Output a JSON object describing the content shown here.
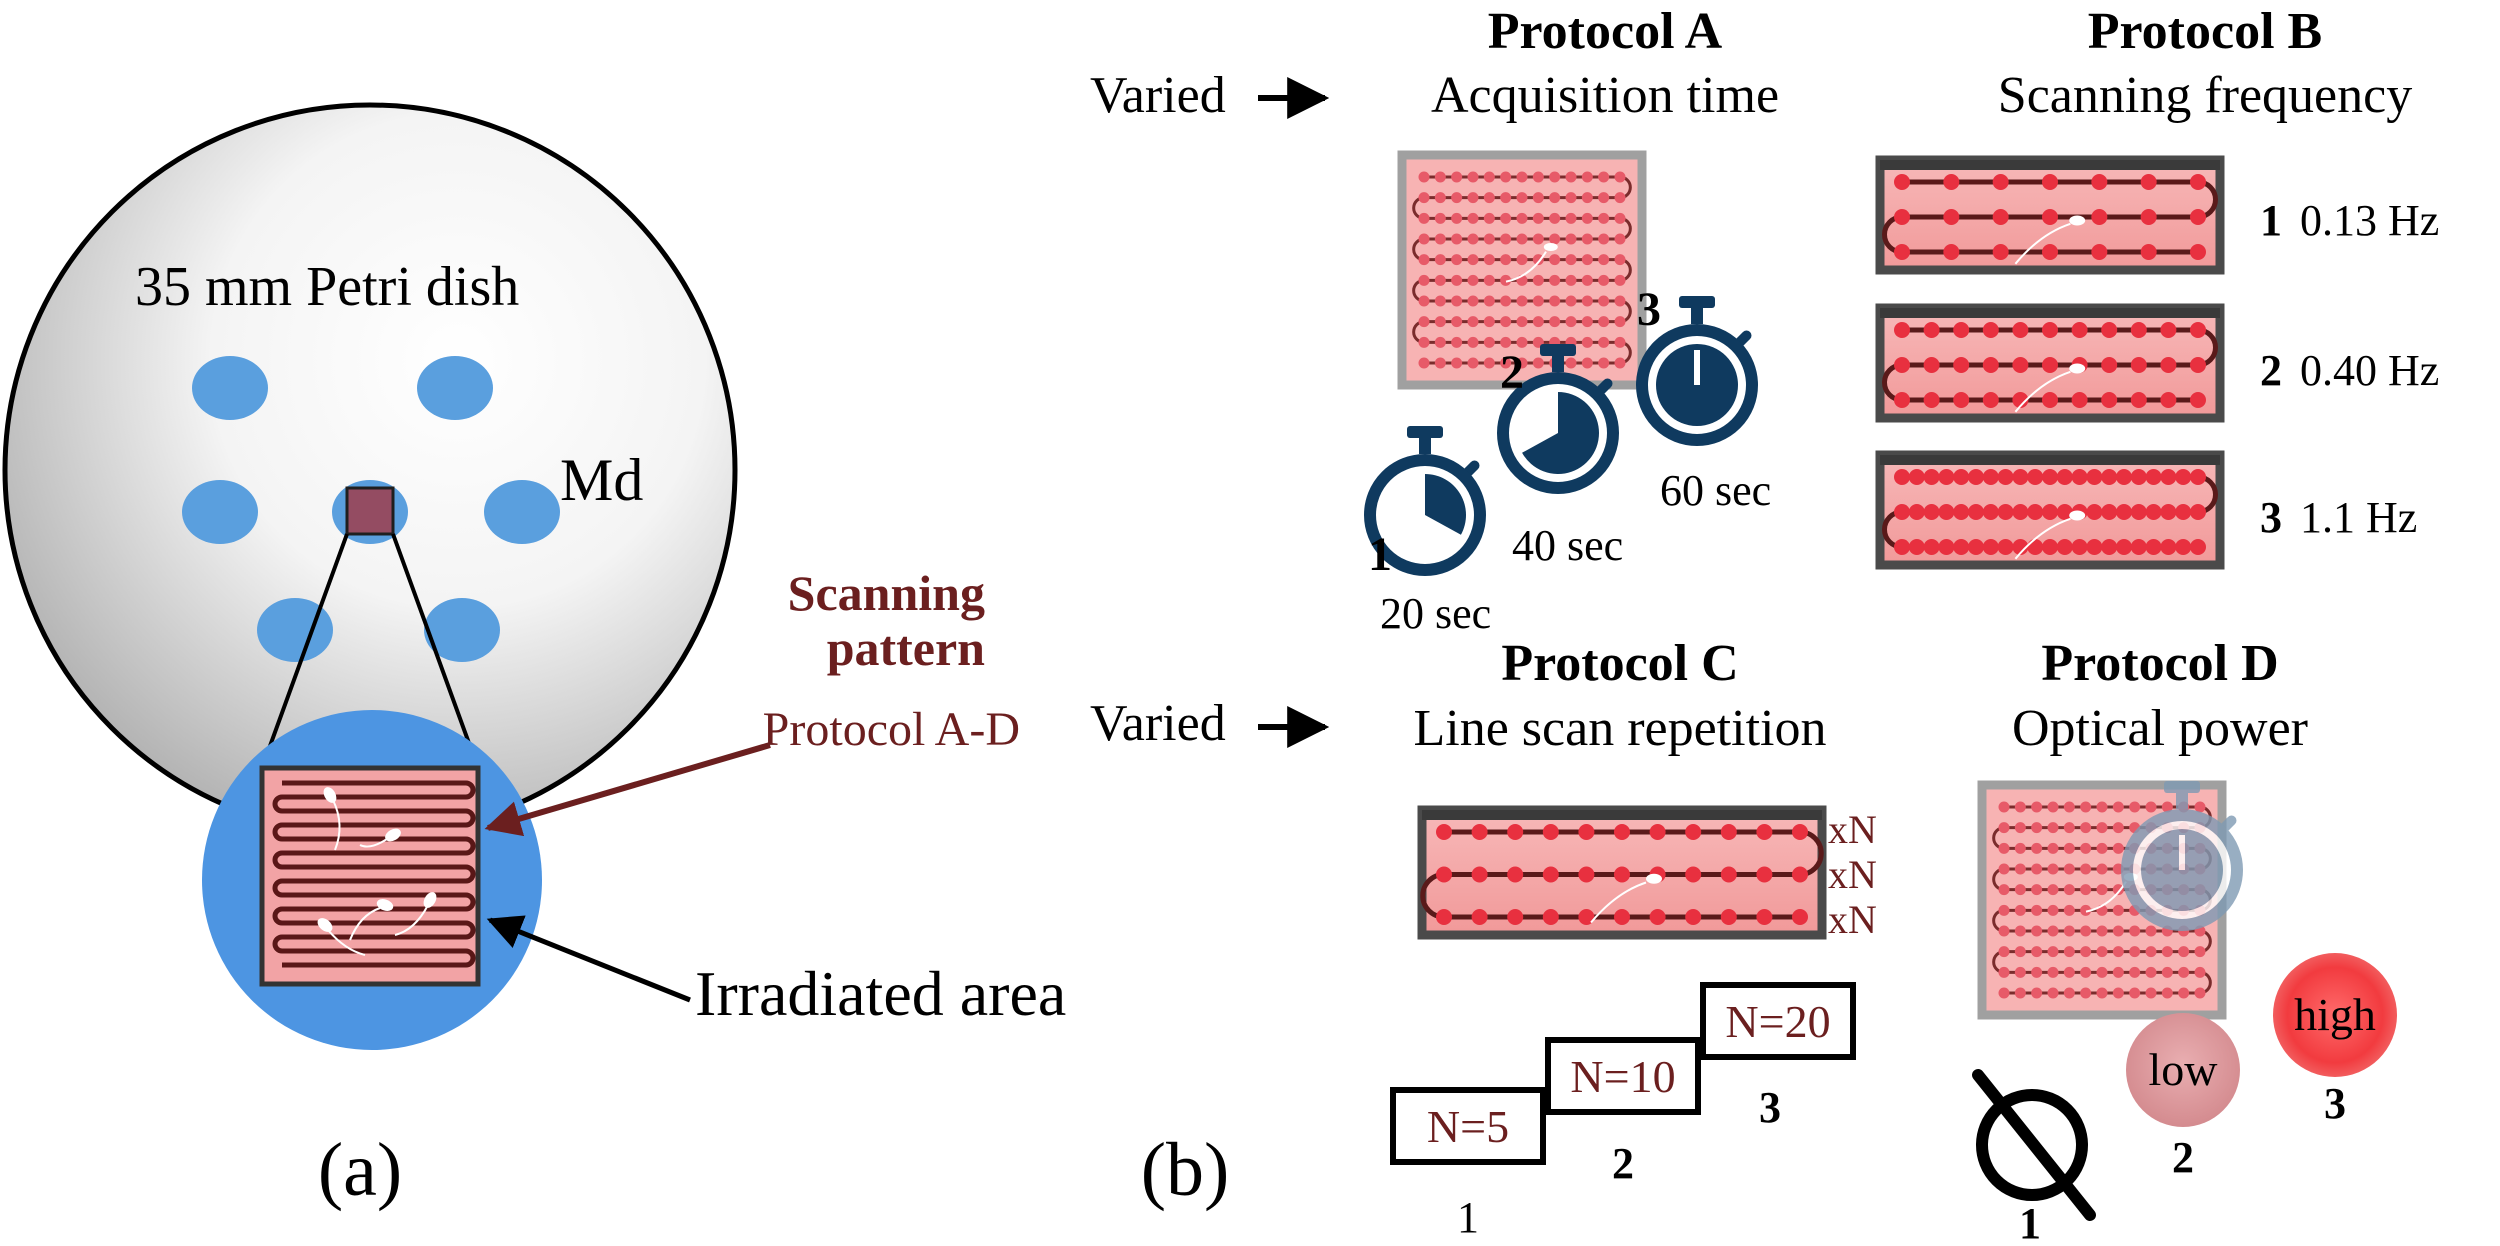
{
  "panel_a": {
    "label": "(a)",
    "dish_label": "35 mm Petri dish",
    "medium_label": "Md",
    "scanning_pattern_line1": "Scanning",
    "scanning_pattern_line2": "pattern",
    "protocol_range": "Protocol A-D",
    "irradiated_area": "Irradiated area"
  },
  "panel_b": {
    "label": "(b)",
    "varied_label": "Varied",
    "protocol_a": {
      "title": "Protocol A",
      "subtitle": "Acquisition time",
      "levels": [
        {
          "index": "1",
          "time": "20 sec",
          "fraction": 0.33
        },
        {
          "index": "2",
          "time": "40 sec",
          "fraction": 0.67
        },
        {
          "index": "3",
          "time": "60 sec",
          "fraction": 1.0
        }
      ]
    },
    "protocol_b": {
      "title": "Protocol B",
      "subtitle": "Scanning frequency",
      "levels": [
        {
          "index": "1",
          "frequency": "0.13 Hz"
        },
        {
          "index": "2",
          "frequency": "0.40 Hz"
        },
        {
          "index": "3",
          "frequency": "1.1 Hz"
        }
      ]
    },
    "protocol_c": {
      "title": "Protocol C",
      "subtitle": "Line scan repetition",
      "repeat_mark": "xN",
      "levels": [
        {
          "index": "1",
          "label": "N=5"
        },
        {
          "index": "2",
          "label": "N=10"
        },
        {
          "index": "3",
          "label": "N=20"
        }
      ]
    },
    "protocol_d": {
      "title": "Protocol D",
      "subtitle": "Optical power",
      "levels": [
        {
          "index": "1",
          "label": ""
        },
        {
          "index": "2",
          "label": "low"
        },
        {
          "index": "3",
          "label": "high"
        }
      ]
    }
  },
  "colors": {
    "dark_red": "#6b1f1f",
    "navy": "#0f3a5f",
    "light_blue": "#5a9fde",
    "pink": "#f3a3a3",
    "red_dot": "#e8303f",
    "frame_gray": "#4a4a4a"
  }
}
